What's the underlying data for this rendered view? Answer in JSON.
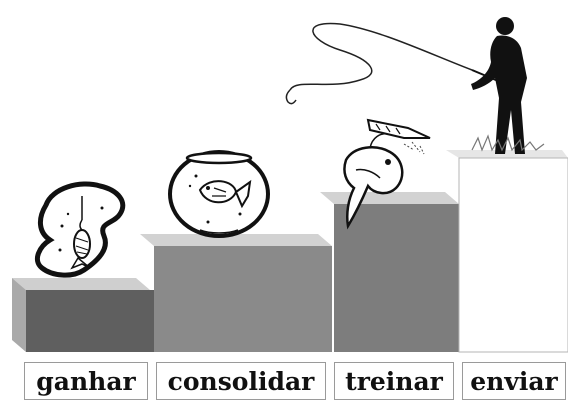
{
  "steps": [
    {
      "label": "ganhar"
    },
    {
      "label": "consolidar"
    },
    {
      "label": "treinar"
    },
    {
      "label": "enviar"
    }
  ],
  "illustrations": [
    "fish-on-hook-icon",
    "fishbowl-icon",
    "jumping-fish-icon",
    "fisherman-silhouette-icon"
  ],
  "colors": {
    "step_1": "#5f5f5f",
    "step_2": "#8a8a8a",
    "step_3": "#7d7d7d",
    "step_4": "#ffffff",
    "step_shade": "#c8c8c8",
    "outline": "#111111"
  }
}
